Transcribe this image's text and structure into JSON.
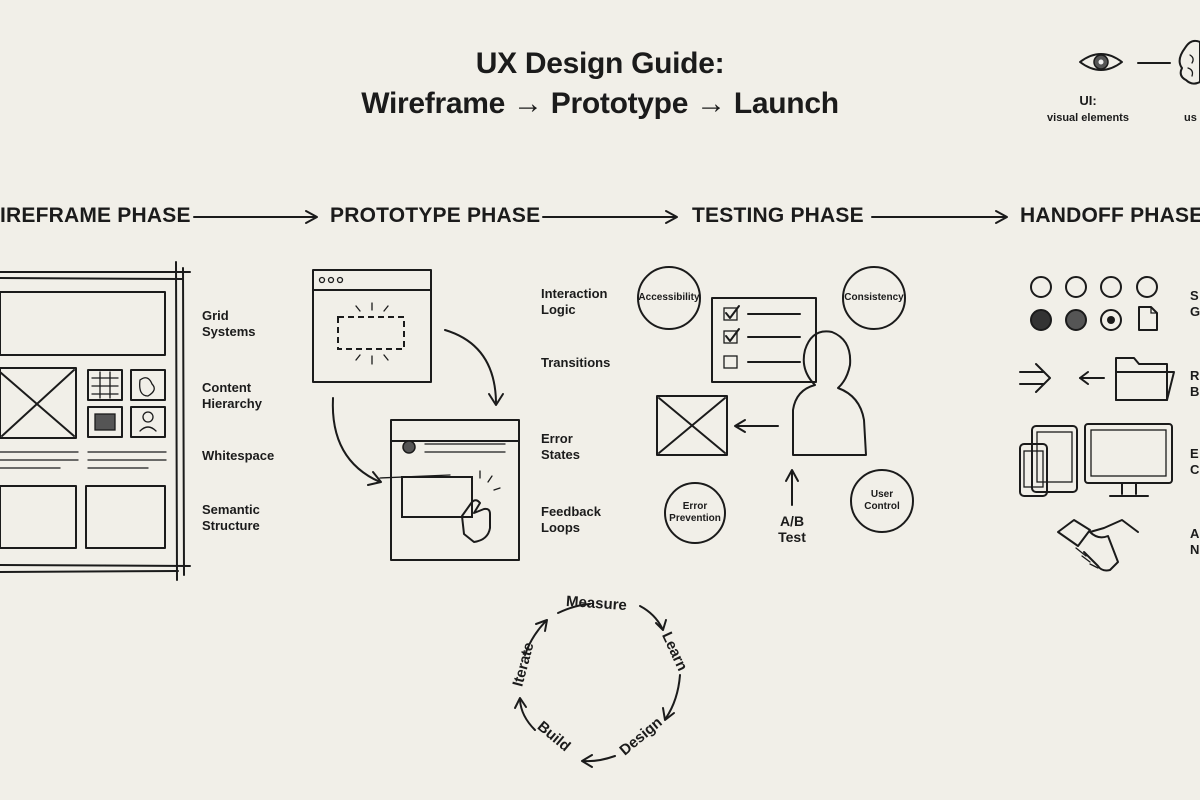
{
  "title": {
    "line1": "UX Design Guide:",
    "line2": "Wireframe → Prototype → Launch"
  },
  "legend": {
    "ui_label": "UI:",
    "ui_desc": "visual elements",
    "ux_partial": "us"
  },
  "phases": [
    {
      "label": "IREFRAME PHASE"
    },
    {
      "label": "PROTOTYPE PHASE"
    },
    {
      "label": "TESTING PHASE"
    },
    {
      "label": "HANDOFF PHASE"
    }
  ],
  "wireframe": {
    "labels": [
      "Grid\nSystems",
      "Content\nHierarchy",
      "Whitespace",
      "Semantic\nStructure"
    ]
  },
  "prototype": {
    "labels": [
      "Interaction\nLogic",
      "Transitions",
      "Error\nStates",
      "Feedback\nLoops"
    ]
  },
  "testing": {
    "circles": [
      "Accessibility",
      "Consistency",
      "Error\nPrevention",
      "User\nControl"
    ],
    "ab_test": "A/B\nTest"
  },
  "handoff": {
    "labels_partial": [
      "S\nG",
      "R\nB",
      "E\nC",
      "A\nN"
    ]
  },
  "cycle": {
    "steps": [
      "Measure",
      "Learn",
      "Design",
      "Build",
      "Iterate"
    ]
  },
  "icons": [
    "eye-icon",
    "brain-icon",
    "checklist-icon",
    "person-icon",
    "image-placeholder-icon",
    "folder-icon",
    "arrow-icon",
    "tablet-icon",
    "phone-icon",
    "monitor-icon",
    "handshake-icon",
    "document-icon",
    "pointer-hand-icon",
    "browser-window-icon"
  ]
}
